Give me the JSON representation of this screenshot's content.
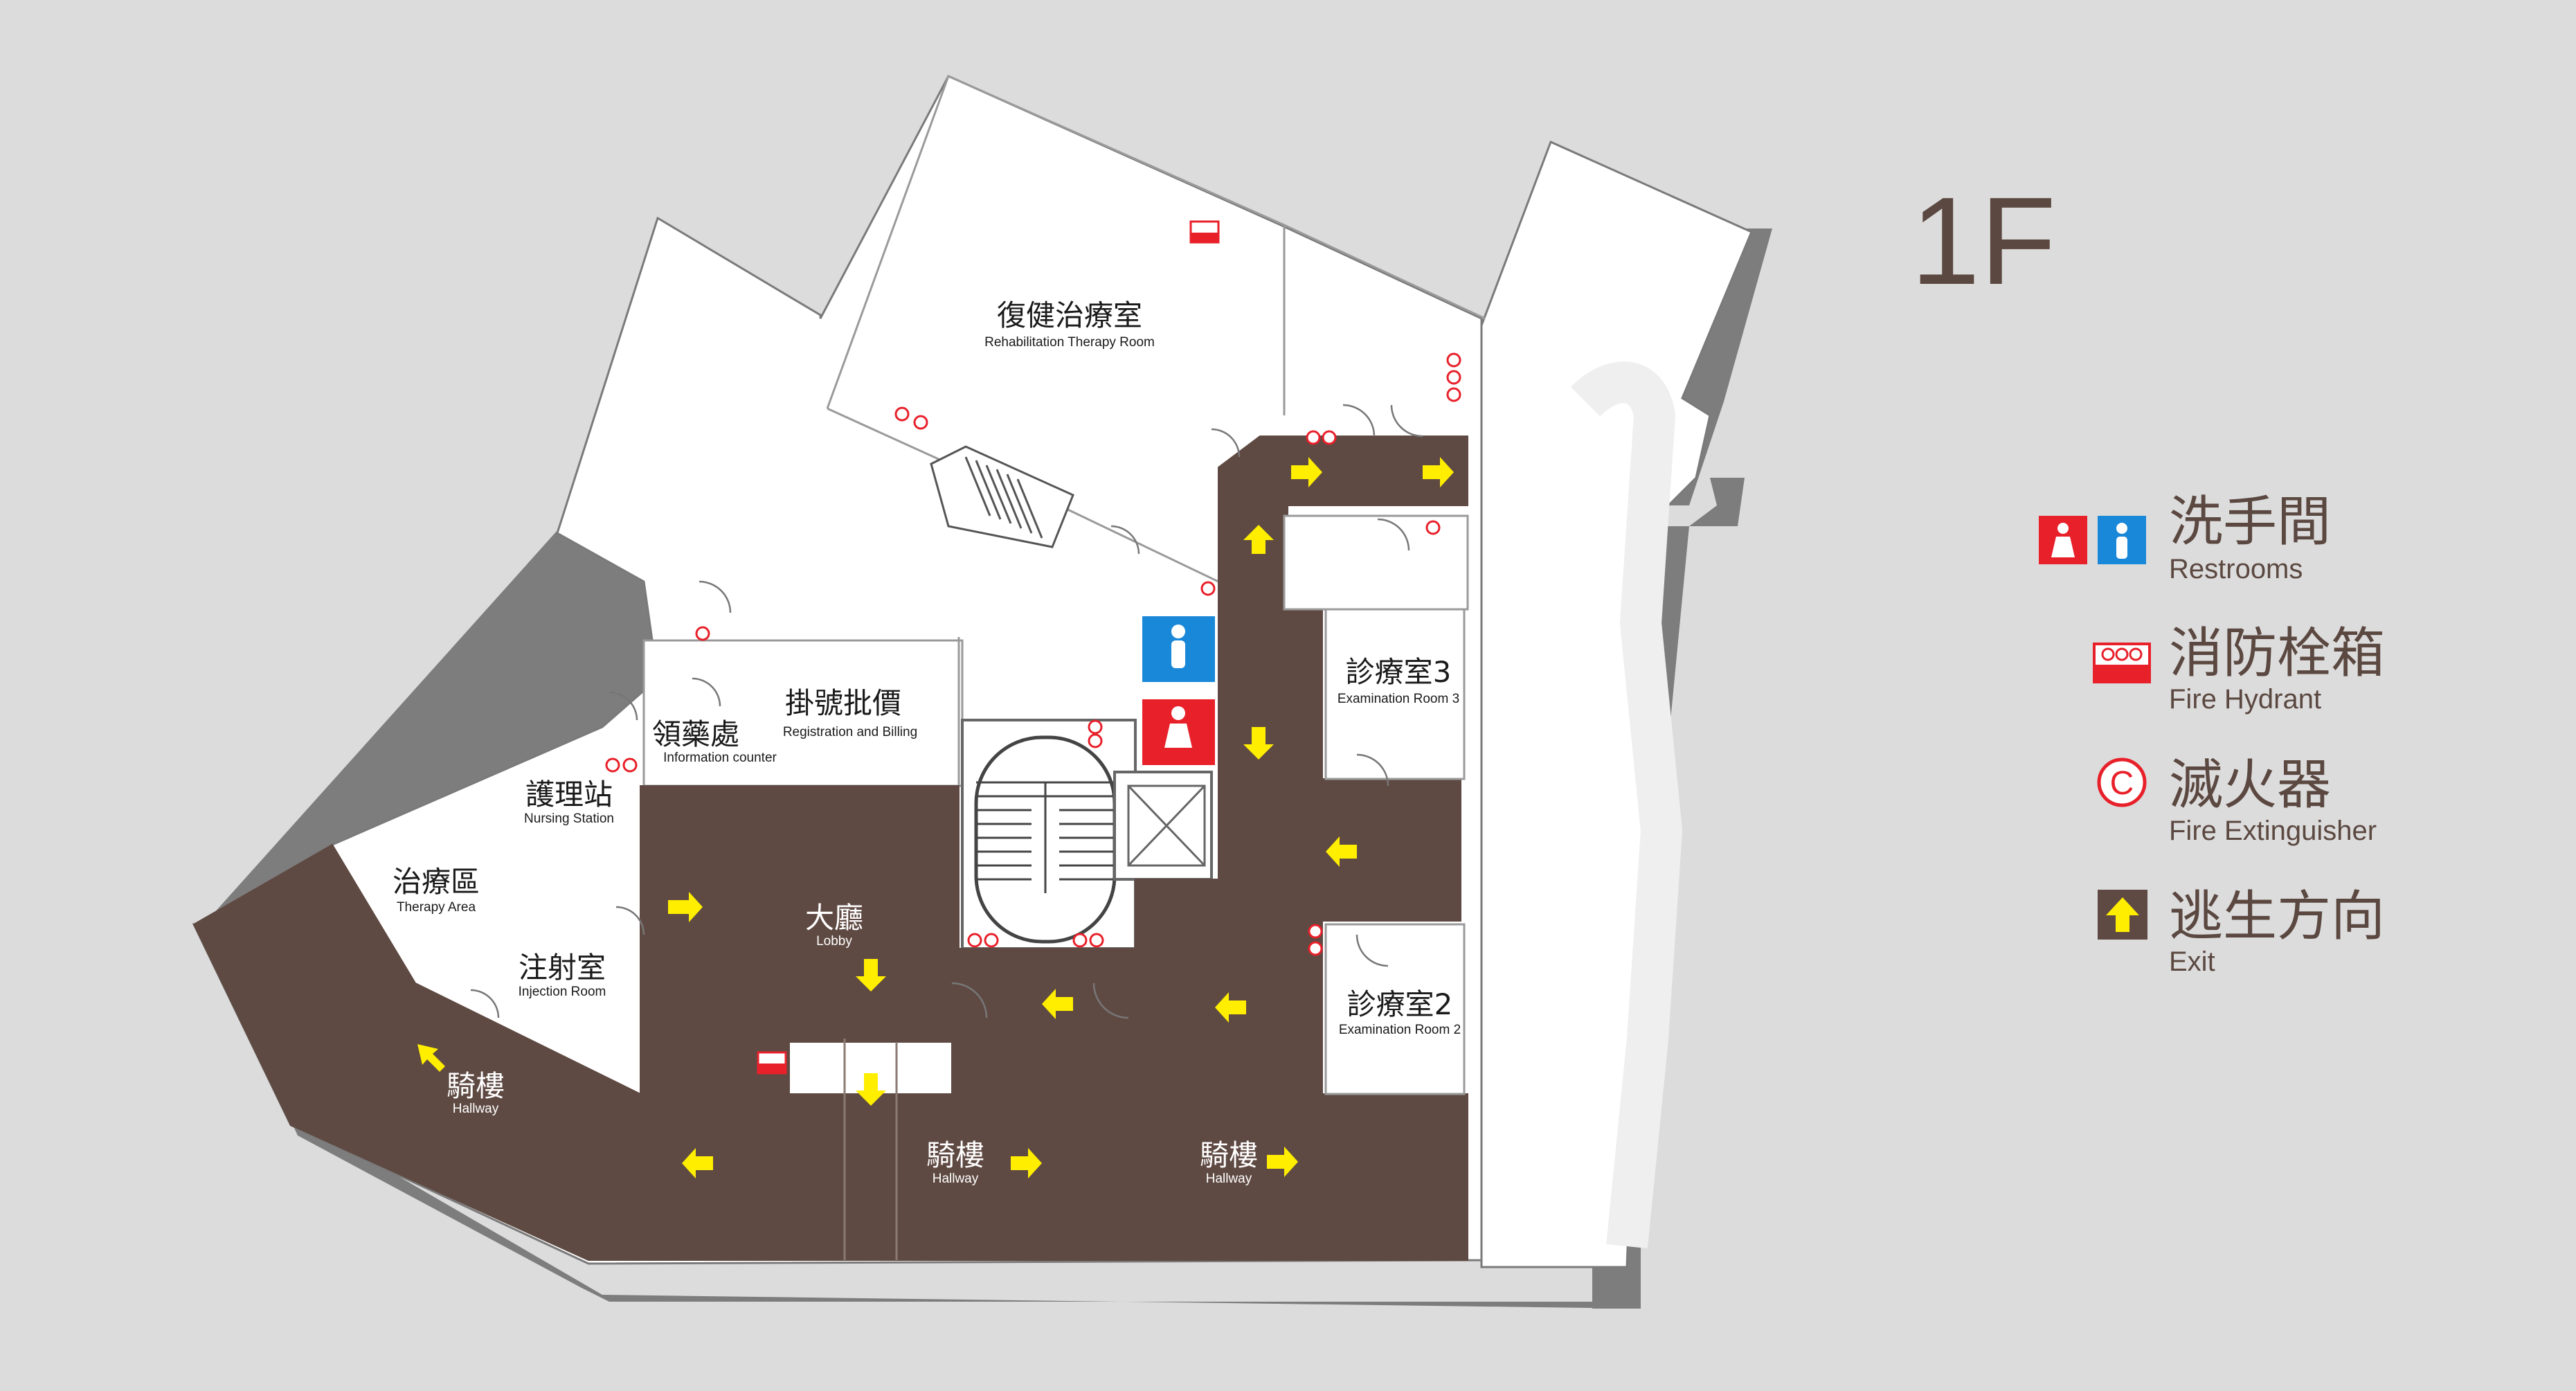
{
  "floor": {
    "title": "1F"
  },
  "rooms": {
    "rehab": {
      "zh": "復健治療室",
      "en": "Rehabilitation Therapy Room"
    },
    "registration": {
      "zh": "掛號批價",
      "en": "Registration and Billing"
    },
    "pharmacy": {
      "zh": "領藥處",
      "en": "Information counter"
    },
    "nursing": {
      "zh": "護理站",
      "en": "Nursing Station"
    },
    "therapy": {
      "zh": "治療區",
      "en": "Therapy Area"
    },
    "injection": {
      "zh": "注射室",
      "en": "Injection Room"
    },
    "lobby": {
      "zh": "大廳",
      "en": "Lobby"
    },
    "exam3": {
      "zh": "診療室3",
      "en": "Examination Room 3"
    },
    "exam2": {
      "zh": "診療室2",
      "en": "Examination Room 2"
    },
    "hallway_left": {
      "zh": "騎樓",
      "en": "Hallway"
    },
    "hallway_mid": {
      "zh": "騎樓",
      "en": "Hallway"
    },
    "hallway_right": {
      "zh": "騎樓",
      "en": "Hallway"
    }
  },
  "legend": {
    "restrooms": {
      "zh": "洗手間",
      "en": "Restrooms",
      "icons": [
        "female-restroom-icon",
        "male-restroom-icon"
      ]
    },
    "fire_hydrant": {
      "zh": "消防栓箱",
      "en": "Fire Hydrant",
      "icon": "fire-hydrant-icon"
    },
    "fire_extinguisher": {
      "zh": "滅火器",
      "en": "Fire Extinguisher",
      "icon": "fire-extinguisher-icon"
    },
    "exit": {
      "zh": "逃生方向",
      "en": "Exit",
      "icon": "exit-arrow-icon"
    }
  },
  "colors": {
    "corridor": "#5f4a43",
    "arrow": "#ffee00",
    "extinguisher": "#e8202a",
    "female": "#e8202a",
    "male": "#1a88d8",
    "text": "#5b4841"
  }
}
